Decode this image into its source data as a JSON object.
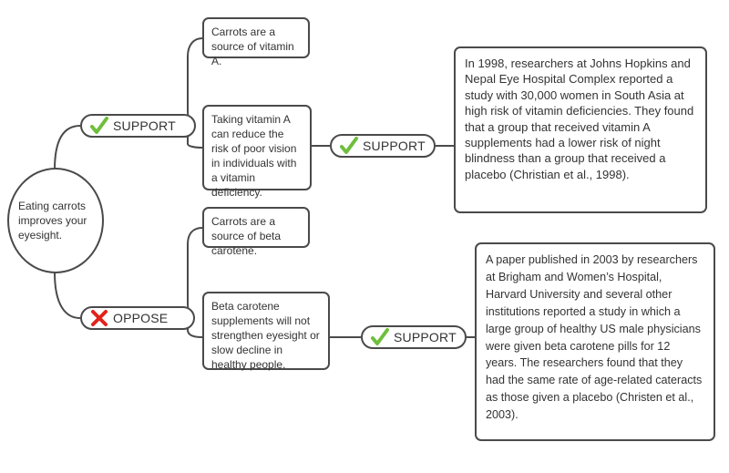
{
  "root": {
    "text": "Eating carrots improves your eyesight."
  },
  "support_branch": {
    "label": "SUPPORT",
    "icon": "checkmark-icon",
    "claim_1": "Carrots are a source of vitamin A.",
    "claim_2": "Taking vitamin A can reduce the risk of poor vision in individuals with a vitamin deficiency.",
    "claim_2_link": {
      "label": "SUPPORT",
      "icon": "checkmark-icon"
    },
    "evidence": "In 1998, researchers at Johns Hopkins and Nepal Eye Hospital Complex reported a study with 30,000 women in South Asia at high risk of vitamin deficiencies. They found that a group that received vitamin A supplements had a lower risk of night blindness than a group that received a placebo (Christian et al., 1998)."
  },
  "oppose_branch": {
    "label": "OPPOSE",
    "icon": "cross-icon",
    "claim_1": "Carrots are a source of beta carotene.",
    "claim_2": "Beta carotene supplements will not strengthen eyesight or slow decline in healthy people.",
    "claim_2_link": {
      "label": "SUPPORT",
      "icon": "checkmark-icon"
    },
    "evidence": "A paper published in 2003 by researchers at Brigham and Women’s Hospital, Harvard University and several other institutions reported a study in which a large group of healthy US male physicians were given beta carotene pills for 12 years. The researchers found that they had the same rate of age-related cateracts as those given a placebo (Christen et al., 2003)."
  },
  "colors": {
    "check": "#6fbe3c",
    "cross": "#e2231a",
    "stroke": "#4a4a4a",
    "text": "#333333"
  }
}
